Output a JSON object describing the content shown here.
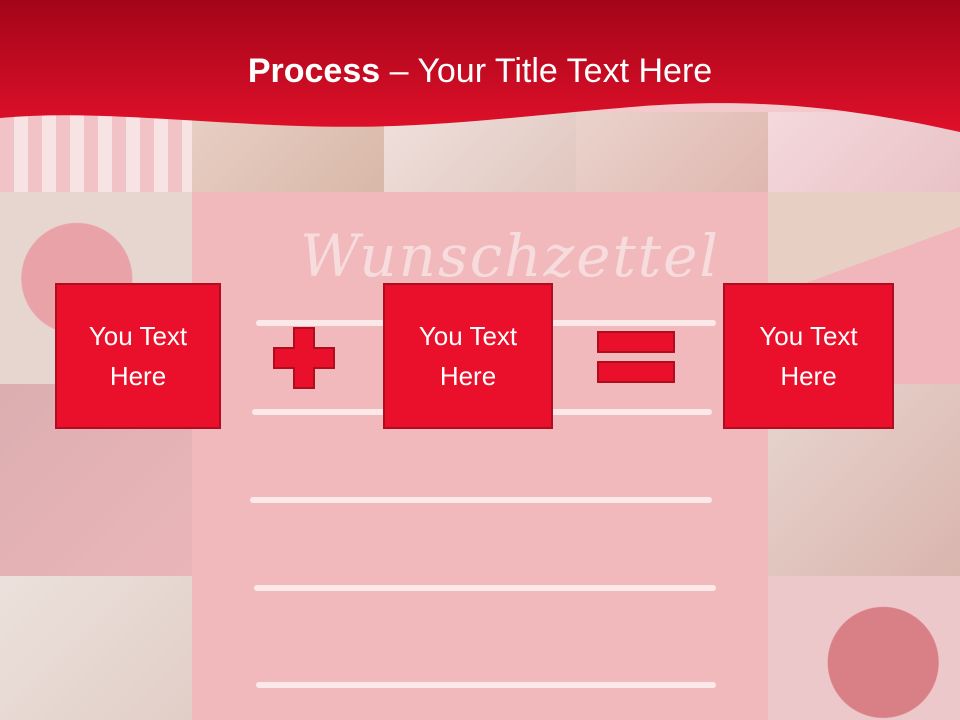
{
  "slide": {
    "title_bold": "Process",
    "title_rest": " – Your Title Text Here",
    "background_word": "Wunschzettel",
    "colors": {
      "banner": "#d10f24",
      "box_fill": "#ea0f2a",
      "box_border": "#b00d21",
      "paper": "#f2b9bd"
    }
  },
  "process": {
    "boxes": [
      {
        "label": "You Text\nHere"
      },
      {
        "label": "You Text\nHere"
      },
      {
        "label": "You Text\nHere"
      }
    ],
    "operators": [
      {
        "icon": "plus-icon"
      },
      {
        "icon": "equals-icon"
      }
    ]
  }
}
